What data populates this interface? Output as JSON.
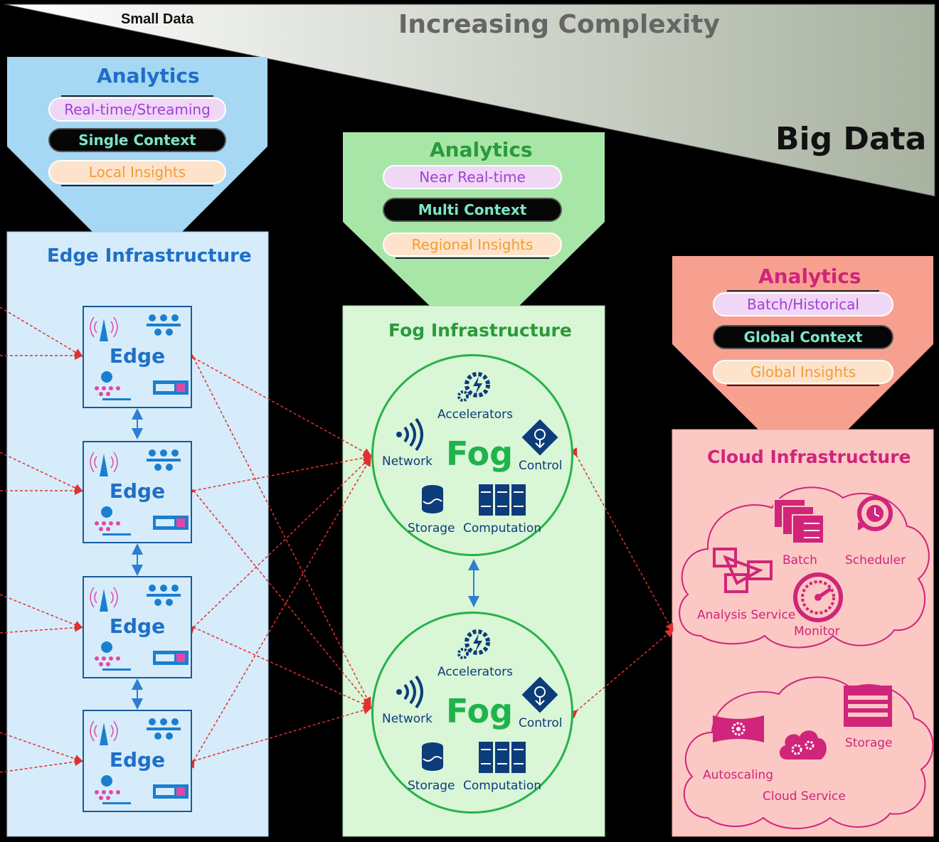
{
  "header": {
    "small_data": "Small Data",
    "increasing_complexity": "Increasing Complexity",
    "big_data": "Big Data"
  },
  "edge": {
    "analytics_title": "Analytics",
    "pills": [
      "Real-time/Streaming",
      "Single Context",
      "Local Insights"
    ],
    "infra_title": "Edge Infrastructure",
    "node_label": "Edge"
  },
  "fog": {
    "analytics_title": "Analytics",
    "pills": [
      "Near Real-time",
      "Multi Context",
      "Regional Insights"
    ],
    "infra_title": "Fog Infrastructure",
    "node_label": "Fog",
    "items": {
      "accelerators": "Accelerators",
      "network": "Network",
      "control": "Control",
      "storage": "Storage",
      "computation": "Computation"
    }
  },
  "cloud": {
    "analytics_title": "Analytics",
    "pills": [
      "Batch/Historical",
      "Global Context",
      "Global Insights"
    ],
    "infra_title": "Cloud Infrastructure",
    "items": {
      "batch": "Batch",
      "scheduler": "Scheduler",
      "analysis_service": "Analysis Service",
      "monitor": "Monitor",
      "storage": "Storage",
      "autoscaling": "Autoscaling",
      "cloud_service": "Cloud Service"
    }
  },
  "colors": {
    "edge_blue": "#1e6fc8",
    "fog_green": "#1fb34b",
    "cloud_pink": "#d0257a",
    "link_red": "#e03030"
  }
}
